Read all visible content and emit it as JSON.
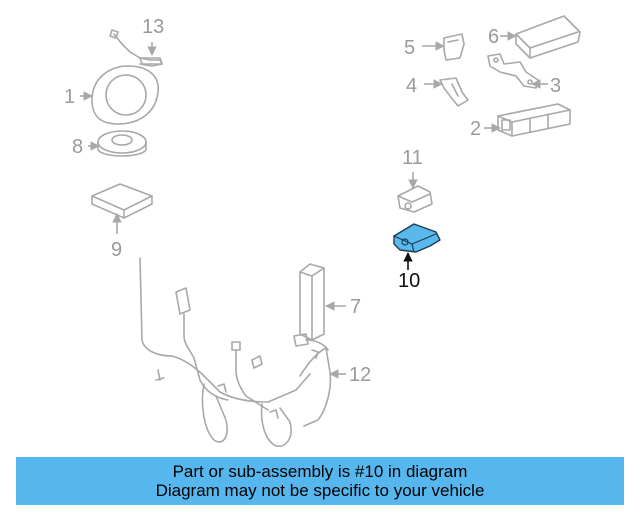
{
  "diagram": {
    "highlight_color": "#5ab8ec",
    "callouts": {
      "c1": "1",
      "c2": "2",
      "c3": "3",
      "c4": "4",
      "c5": "5",
      "c6": "6",
      "c7": "7",
      "c8": "8",
      "c9": "9",
      "c10": "10",
      "c11": "11",
      "c12": "12",
      "c13": "13"
    }
  },
  "banner": {
    "background": "#55b7ee",
    "line1": "Part or sub-assembly is #10 in diagram",
    "line2": "Diagram may not be specific to your vehicle"
  }
}
